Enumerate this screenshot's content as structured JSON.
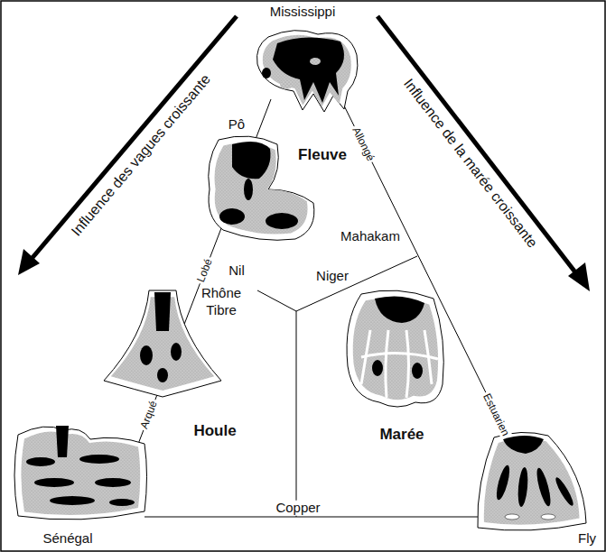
{
  "diagram": {
    "labels": [
      "Influence des vagues croissante",
      "Mississippi",
      "Influence de la marée croissante",
      "Pô",
      "Fleuve",
      "Allongé",
      "Mahakam",
      "Lobé",
      "Nil",
      "Rhône",
      "Tibre",
      "Niger",
      "Houle",
      "Marée",
      "Arqué",
      "Estuarien",
      "Copper",
      "Sénégal",
      "Fly"
    ]
  }
}
